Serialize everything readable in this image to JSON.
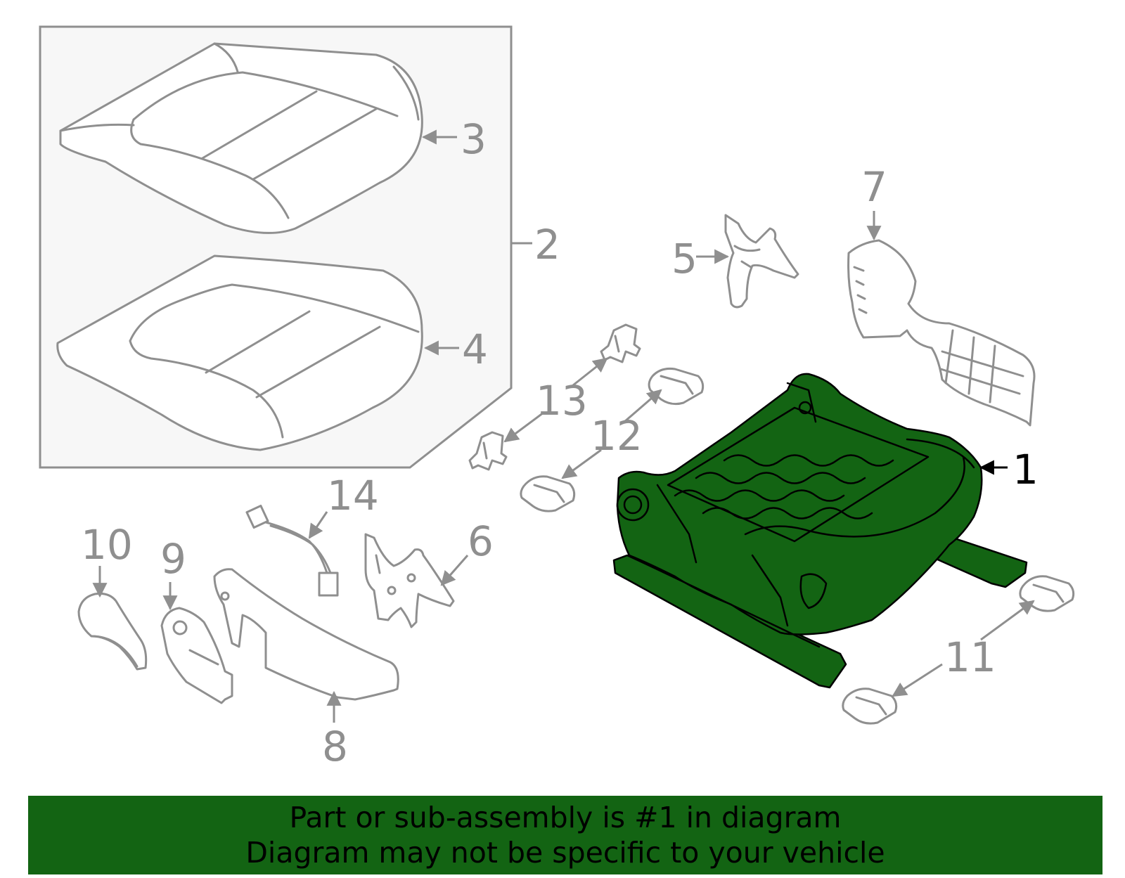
{
  "diagram": {
    "callouts": [
      "1",
      "2",
      "3",
      "4",
      "5",
      "6",
      "7",
      "8",
      "9",
      "10",
      "11",
      "12",
      "13",
      "14"
    ],
    "highlighted_part": "1",
    "highlight_color": "#136413",
    "part_color": "#8f8f8f"
  },
  "banner": {
    "line1": "Part or sub-assembly is #1 in diagram",
    "line2": "Diagram may not be specific to your vehicle",
    "background": "#136413"
  }
}
